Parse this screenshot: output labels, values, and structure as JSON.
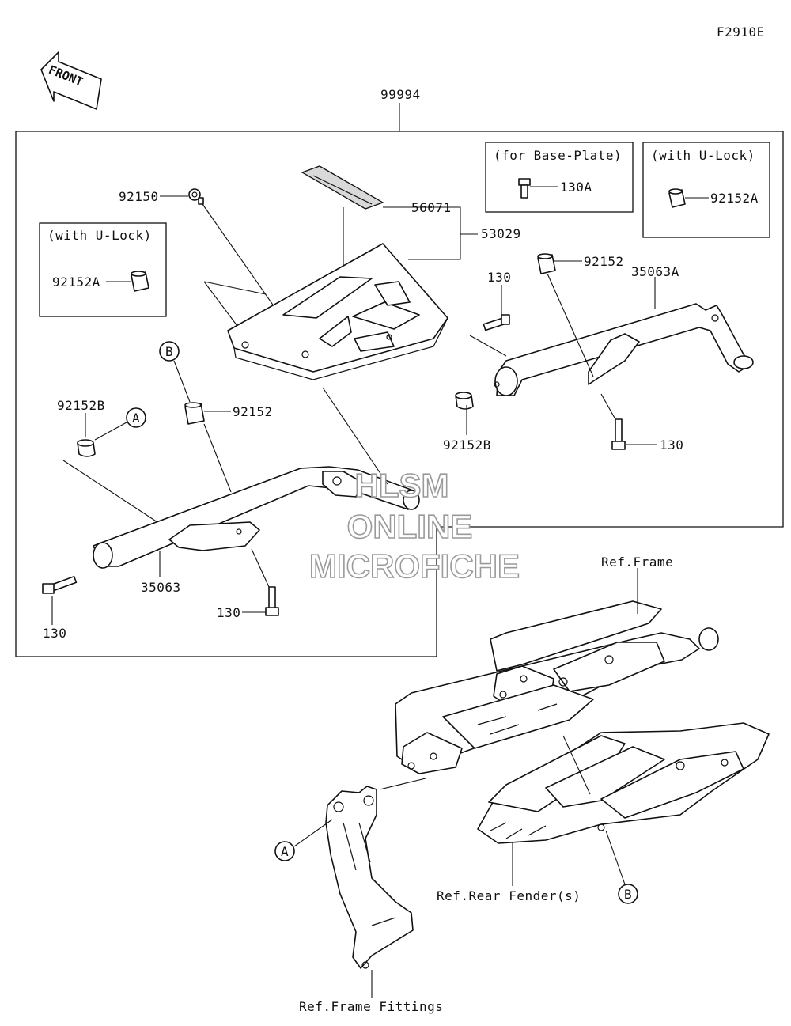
{
  "figure_code": "F2910E",
  "front_label": "FRONT",
  "assembly_number": "99994",
  "boxes": {
    "base_plate_title": "(for Base-Plate)",
    "u_lock_title_right": "(with U-Lock)",
    "u_lock_title_left": "(with U-Lock)"
  },
  "parts": {
    "p92150": "92150",
    "p56071": "56071",
    "p53029": "53029",
    "p130A": "130A",
    "p92152A_right": "92152A",
    "p92152A_left": "92152A",
    "p130_upper_right": "130",
    "p92152_right": "92152",
    "p35063A": "35063A",
    "p92152B_right": "92152B",
    "p130_right_lower": "130",
    "p92152B_left": "92152B",
    "p92152_left": "92152",
    "p35063": "35063",
    "p130_left_bolt": "130",
    "p130_left_lower": "130"
  },
  "callouts": {
    "a_upper": "A",
    "b_upper": "B",
    "a_lower": "A",
    "b_lower": "B"
  },
  "references": {
    "frame": "Ref.Frame",
    "rear_fender": "Ref.Rear Fender(s)",
    "frame_fittings": "Ref.Frame Fittings"
  },
  "watermark": {
    "line1": "HLSM",
    "line2": "ONLINE",
    "line3": "MICROFICHE"
  }
}
